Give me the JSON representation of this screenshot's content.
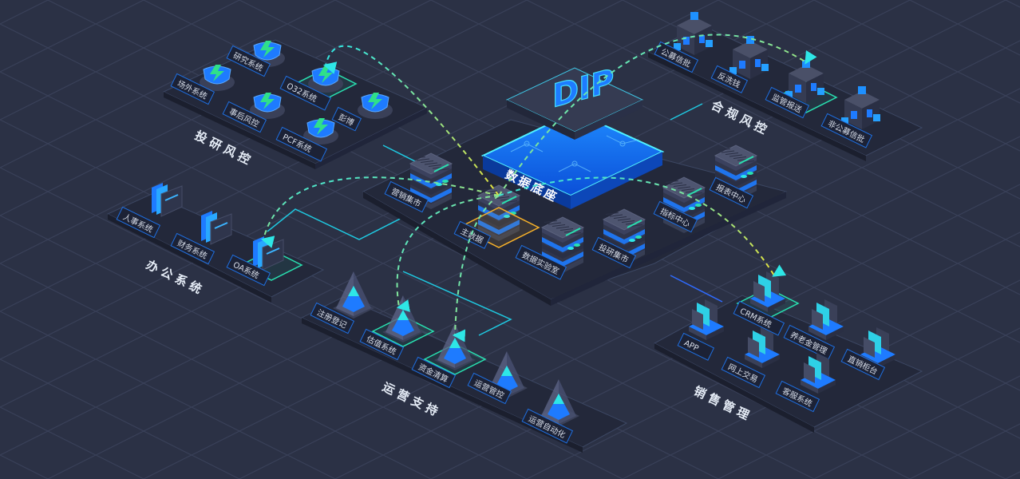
{
  "core": {
    "logo": "DIP",
    "title": "数据底座",
    "modules": [
      {
        "key": "mkt",
        "label": "营销集市"
      },
      {
        "key": "master",
        "label": "主数据",
        "highlight": true
      },
      {
        "key": "lab",
        "label": "数据实验室"
      },
      {
        "key": "research",
        "label": "投研集市"
      },
      {
        "key": "index",
        "label": "指标中心"
      },
      {
        "key": "report",
        "label": "报表中心"
      }
    ]
  },
  "zones": {
    "investment": {
      "title": "投研风控",
      "items": [
        "研究系统",
        "场外系统",
        "O32系统",
        "事后风控",
        "彭博",
        "PCF系统"
      ],
      "highlight": "O32系统"
    },
    "compliance": {
      "title": "合规风控",
      "items": [
        "公募信批",
        "反洗钱",
        "监管报送",
        "非公募信批"
      ],
      "highlight": "监管报送"
    },
    "office": {
      "title": "办公系统",
      "items": [
        "人事系统",
        "财务系统",
        "OA系统"
      ],
      "highlight": "OA系统"
    },
    "operations": {
      "title": "运营支持",
      "items": [
        "注册登记",
        "估值系统",
        "资金清算",
        "运营管控",
        "运营自动化"
      ],
      "highlights": [
        "估值系统",
        "资金清算"
      ]
    },
    "sales": {
      "title": "销售管理",
      "items": [
        "CRM系统",
        "APP",
        "养老金管理",
        "网上交易",
        "直销柜台",
        "客服系统"
      ],
      "highlight": "CRM系统"
    }
  },
  "flows": [
    {
      "from": "主数据",
      "to": "O32系统"
    },
    {
      "from": "主数据",
      "to": "监管报送"
    },
    {
      "from": "主数据",
      "to": "OA系统"
    },
    {
      "from": "主数据",
      "to": "估值系统"
    },
    {
      "from": "主数据",
      "to": "资金清算"
    },
    {
      "from": "主数据",
      "to": "CRM系统"
    }
  ],
  "colors": {
    "background": "#2b3145",
    "accent_blue": "#1e7bff",
    "accent_cyan": "#2ee6e6",
    "highlight_green": "#29e0b0",
    "master_orange": "#f5b02a",
    "flow_yellow": "#e8e23a"
  }
}
